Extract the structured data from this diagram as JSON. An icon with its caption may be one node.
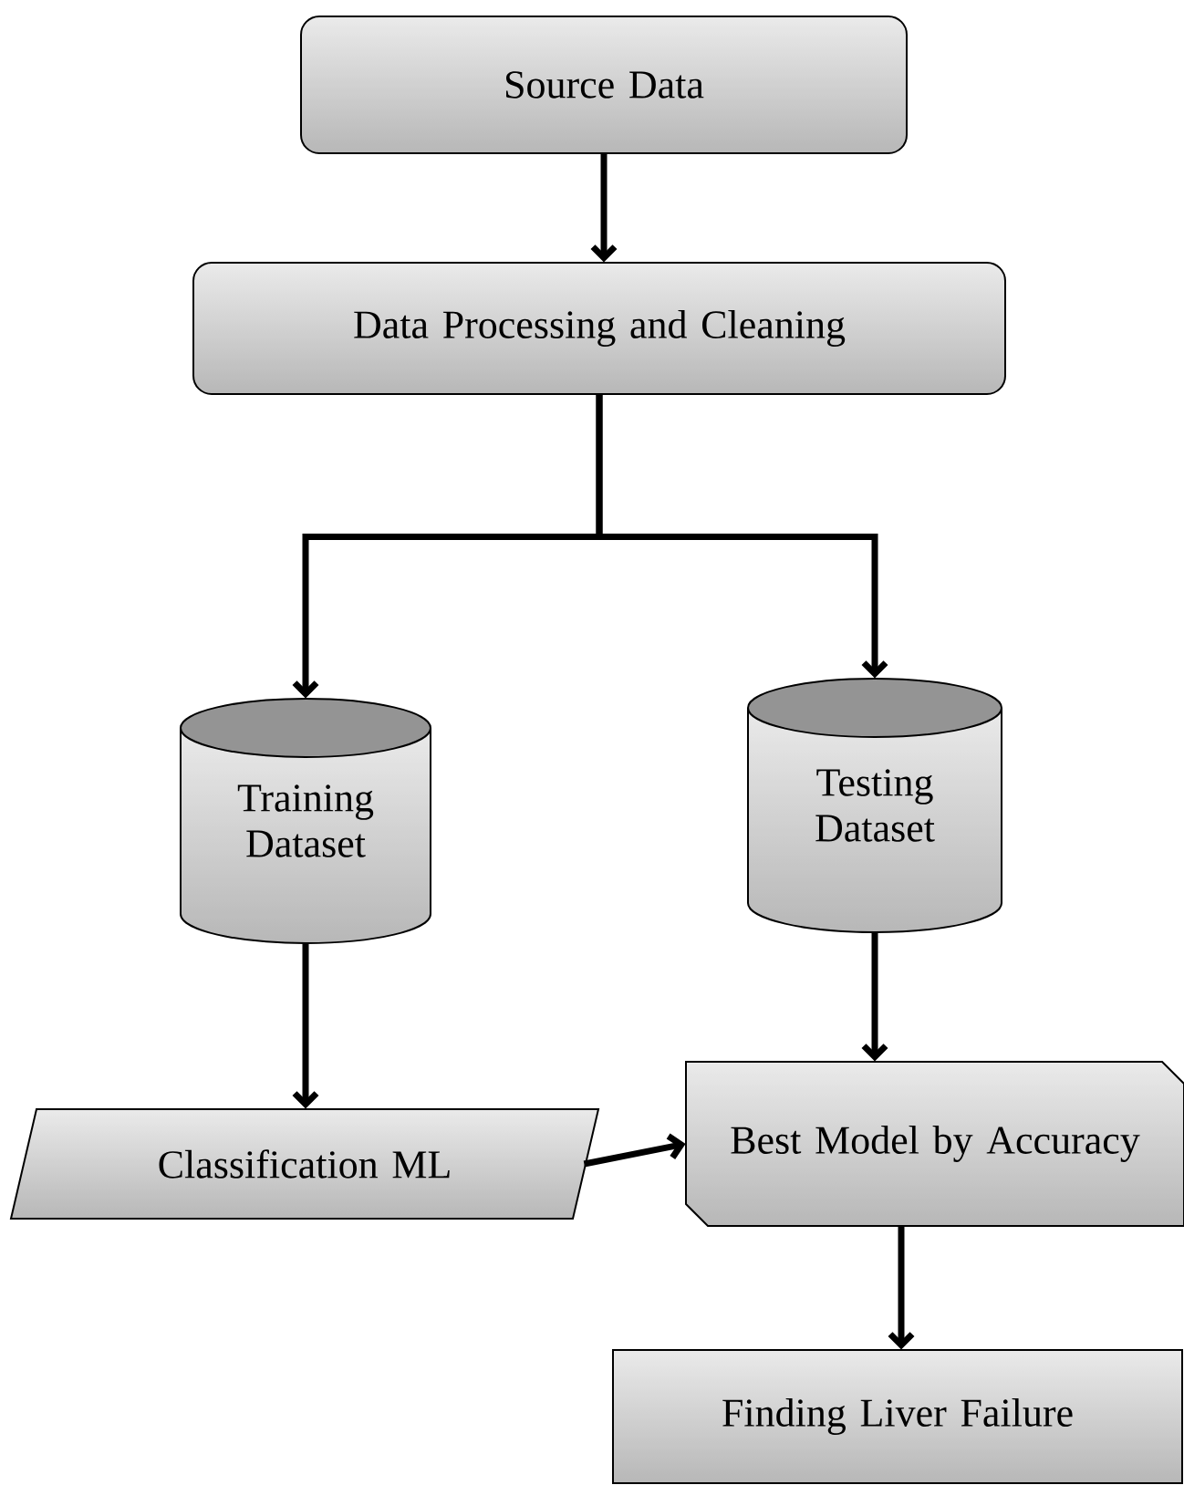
{
  "diagram": {
    "nodes": [
      {
        "text": [
          "Source Data"
        ]
      },
      {
        "text": [
          "Data Processing and Cleaning"
        ]
      },
      {
        "text": [
          "Training Dataset"
        ]
      },
      {
        "text": [
          "Testing Dataset"
        ]
      },
      {
        "text": [
          "Classification ML"
        ]
      },
      {
        "text": [
          "Best Model by Accuracy"
        ]
      },
      {
        "text": [
          "Finding Liver Failure"
        ]
      }
    ],
    "edges": [
      {
        "from": 0,
        "to": 1,
        "arrow": "to"
      },
      {
        "from": 1,
        "to": 2,
        "arrow": "to"
      },
      {
        "from": 1,
        "to": 3,
        "arrow": "to"
      },
      {
        "from": 2,
        "to": 4,
        "arrow": "to"
      },
      {
        "from": 3,
        "to": 5,
        "arrow": "to"
      },
      {
        "from": 4,
        "to": 5,
        "arrow": "to"
      },
      {
        "from": 5,
        "to": 6,
        "arrow": "to"
      }
    ]
  }
}
